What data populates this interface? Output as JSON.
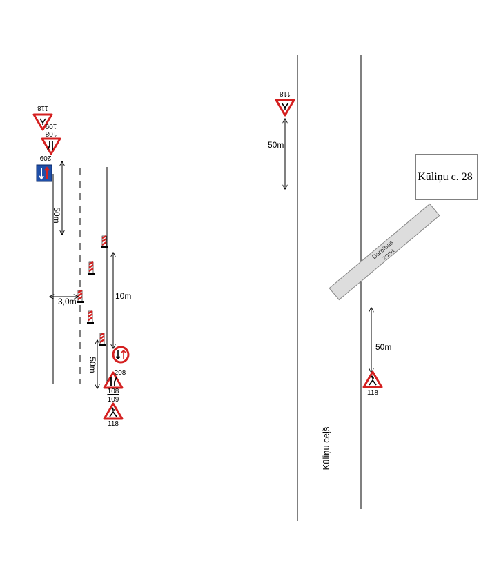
{
  "left_scheme": {
    "signs_top": {
      "sign1_label": "118",
      "sign2_label_top": "108",
      "sign2_label_bottom": "209",
      "sign3_label_partial": "109"
    },
    "dimensions": {
      "upper_length": "50m",
      "lateral_width": "3,0m",
      "zone_length": "10m",
      "lower_length": "50m"
    },
    "signs_bottom": {
      "priority_sign_label": "208",
      "narrowing_sign_label_top": "108",
      "narrowing_sign_label_bottom": "109",
      "roadworks_sign_label": "118"
    }
  },
  "right_scheme": {
    "top_sign_label": "118",
    "upper_length": "50m",
    "building_label": "Kūliņu c. 28",
    "work_zone_label_line1": "Darbības",
    "work_zone_label_line2": "zona",
    "lower_length": "50m",
    "bottom_sign_label": "118",
    "road_name": "Kūliņu ceļš"
  },
  "colors": {
    "line": "#000000",
    "sign_red": "#d42020",
    "sign_blue": "#1f4fa8",
    "zone_fill": "#dddddd",
    "zone_stroke": "#888888"
  }
}
